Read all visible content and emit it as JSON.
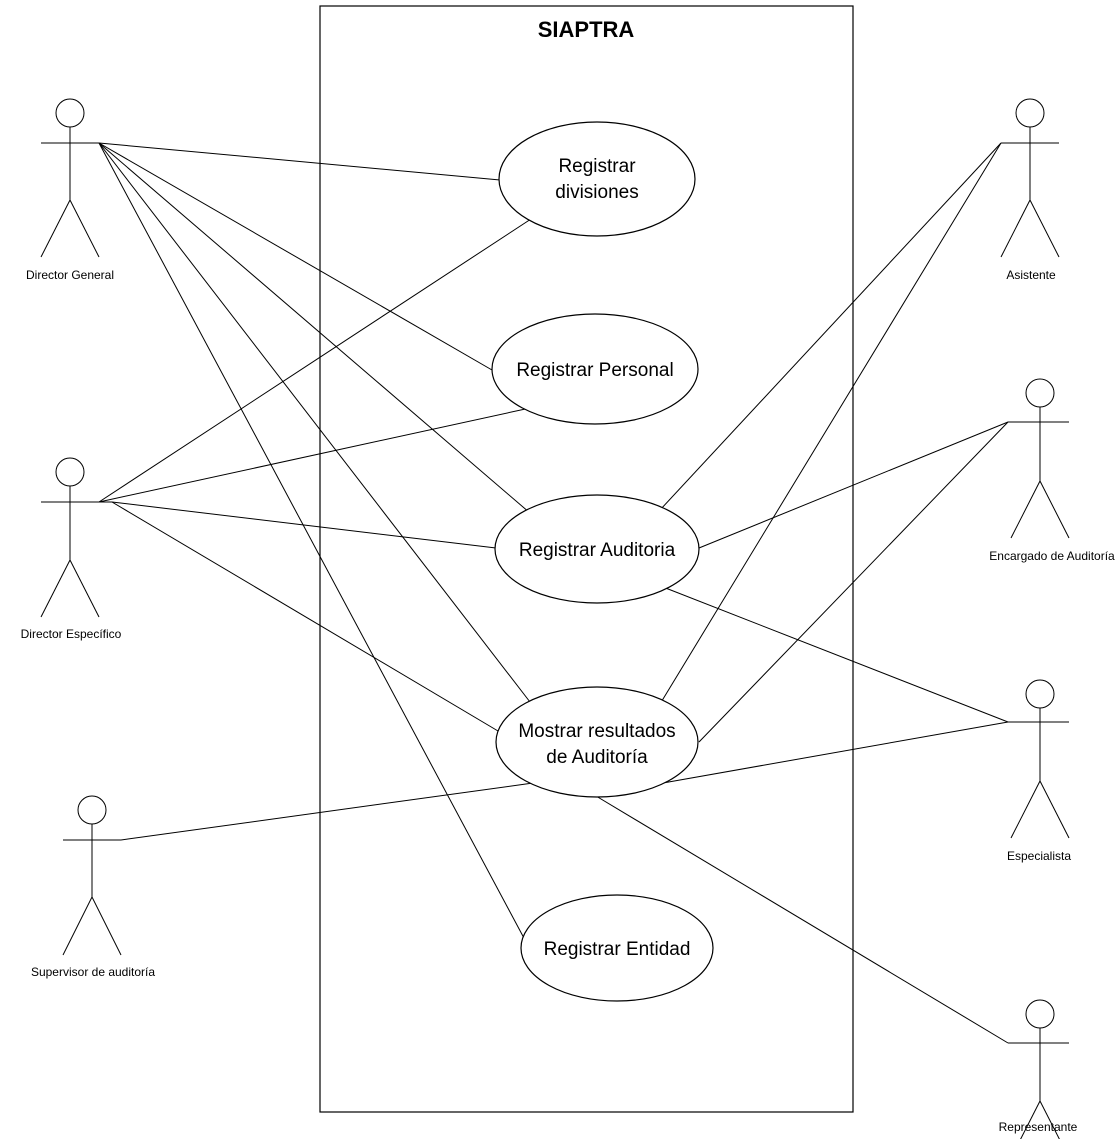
{
  "system": {
    "title": "SIAPTRA"
  },
  "actors": [
    {
      "id": "director-general",
      "label": "Director General"
    },
    {
      "id": "director-especifico",
      "label": "Director Específico"
    },
    {
      "id": "supervisor-auditoria",
      "label": "Supervisor de auditoría"
    },
    {
      "id": "asistente",
      "label": "Asistente"
    },
    {
      "id": "encargado-auditoria",
      "label": "Encargado de Auditoría"
    },
    {
      "id": "especialista",
      "label": "Especialista"
    },
    {
      "id": "representante",
      "label": "Representante"
    }
  ],
  "use_cases": [
    {
      "id": "registrar-divisiones",
      "lines": [
        "Registrar",
        "divisiones"
      ]
    },
    {
      "id": "registrar-personal",
      "lines": [
        "Registrar Personal"
      ]
    },
    {
      "id": "registrar-auditoria",
      "lines": [
        "Registrar Auditoria"
      ]
    },
    {
      "id": "mostrar-resultados",
      "lines": [
        "Mostrar resultados",
        "de Auditoría"
      ]
    },
    {
      "id": "registrar-entidad",
      "lines": [
        "Registrar Entidad"
      ]
    }
  ],
  "associations": [
    [
      "director-general",
      "registrar-divisiones"
    ],
    [
      "director-general",
      "registrar-personal"
    ],
    [
      "director-general",
      "registrar-auditoria"
    ],
    [
      "director-general",
      "mostrar-resultados"
    ],
    [
      "director-general",
      "registrar-entidad"
    ],
    [
      "director-especifico",
      "registrar-divisiones"
    ],
    [
      "director-especifico",
      "registrar-personal"
    ],
    [
      "director-especifico",
      "registrar-auditoria"
    ],
    [
      "director-especifico",
      "mostrar-resultados"
    ],
    [
      "supervisor-auditoria",
      "mostrar-resultados"
    ],
    [
      "asistente",
      "registrar-auditoria"
    ],
    [
      "asistente",
      "mostrar-resultados"
    ],
    [
      "encargado-auditoria",
      "registrar-auditoria"
    ],
    [
      "encargado-auditoria",
      "mostrar-resultados"
    ],
    [
      "especialista",
      "registrar-auditoria"
    ],
    [
      "especialista",
      "mostrar-resultados"
    ],
    [
      "representante",
      "mostrar-resultados"
    ]
  ]
}
